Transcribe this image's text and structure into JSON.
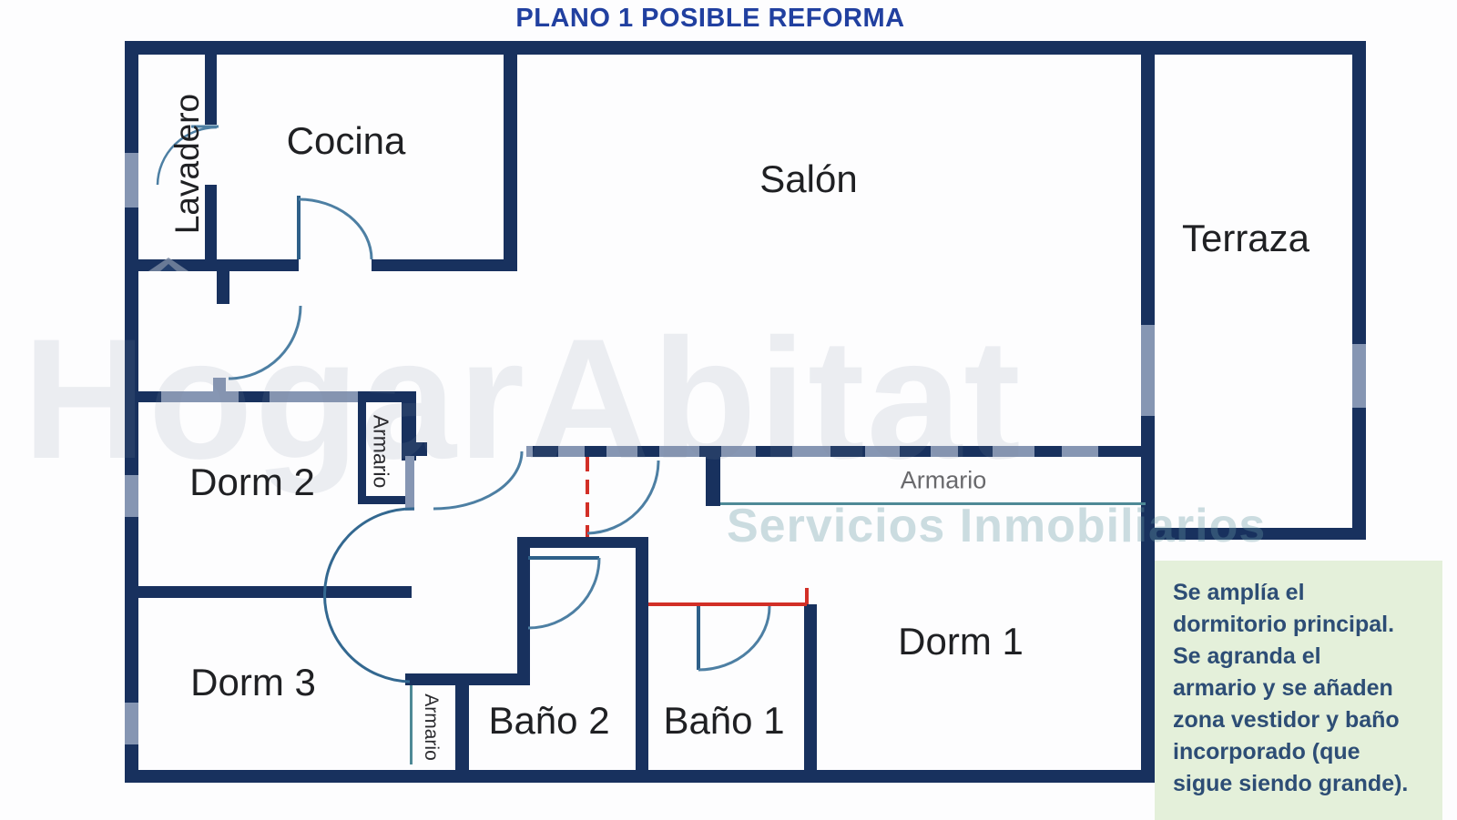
{
  "title": "PLANO 1 POSIBLE REFORMA",
  "rooms": {
    "lavadero": "Lavadero",
    "cocina": "Cocina",
    "salon": "Salón",
    "terraza": "Terraza",
    "dorm2": "Dorm 2",
    "dorm3": "Dorm 3",
    "dorm1": "Dorm 1",
    "bano2": "Baño 2",
    "bano1": "Baño 1",
    "armario_dorm2": "Armario",
    "armario_dorm3": "Armario",
    "armario_dorm1": "Armario"
  },
  "note": {
    "lines": [
      "Se amplía el",
      "dormitorio principal.",
      "Se agranda el",
      "armario y se añaden",
      "zona vestidor y baño",
      "incorporado (que",
      "sigue siendo grande)."
    ],
    "background": "#e4f0da",
    "text_color": "#2d4d75"
  },
  "watermark": {
    "main": "HogarAbitat",
    "sub": "Servicios Inmobiliarios"
  },
  "colors": {
    "wall": "#18315e",
    "wall_light": "#8696b3",
    "door_arc": "#4d7fa3",
    "door_leaf": "#2e6089",
    "accent_teal": "#4e8996",
    "reform_red": "#d22f27",
    "title": "#2140a0",
    "label": "#1f2023"
  }
}
